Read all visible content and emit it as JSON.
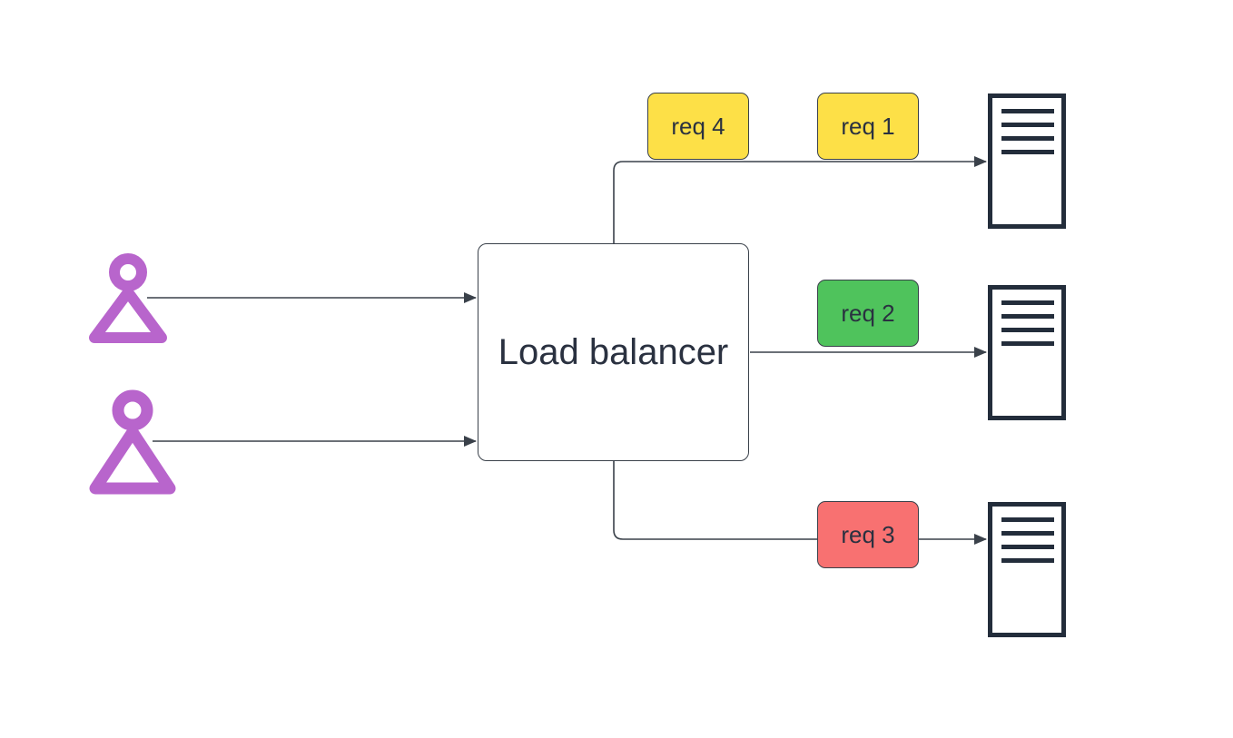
{
  "diagram": {
    "load_balancer": {
      "label": "Load balancer"
    },
    "users": [
      {
        "icon": "user-icon",
        "color": "#b865cc"
      },
      {
        "icon": "user-icon",
        "color": "#b865cc"
      }
    ],
    "requests": [
      {
        "label": "req 4",
        "color": "#fde047"
      },
      {
        "label": "req 1",
        "color": "#fde047"
      },
      {
        "label": "req 2",
        "color": "#4fc35c"
      },
      {
        "label": "req 3",
        "color": "#f87171"
      }
    ],
    "servers": [
      {
        "icon": "server-icon"
      },
      {
        "icon": "server-icon"
      },
      {
        "icon": "server-icon"
      }
    ],
    "colors": {
      "stroke": "#3a414a",
      "server": "#232d3b",
      "user": "#b865cc"
    }
  }
}
